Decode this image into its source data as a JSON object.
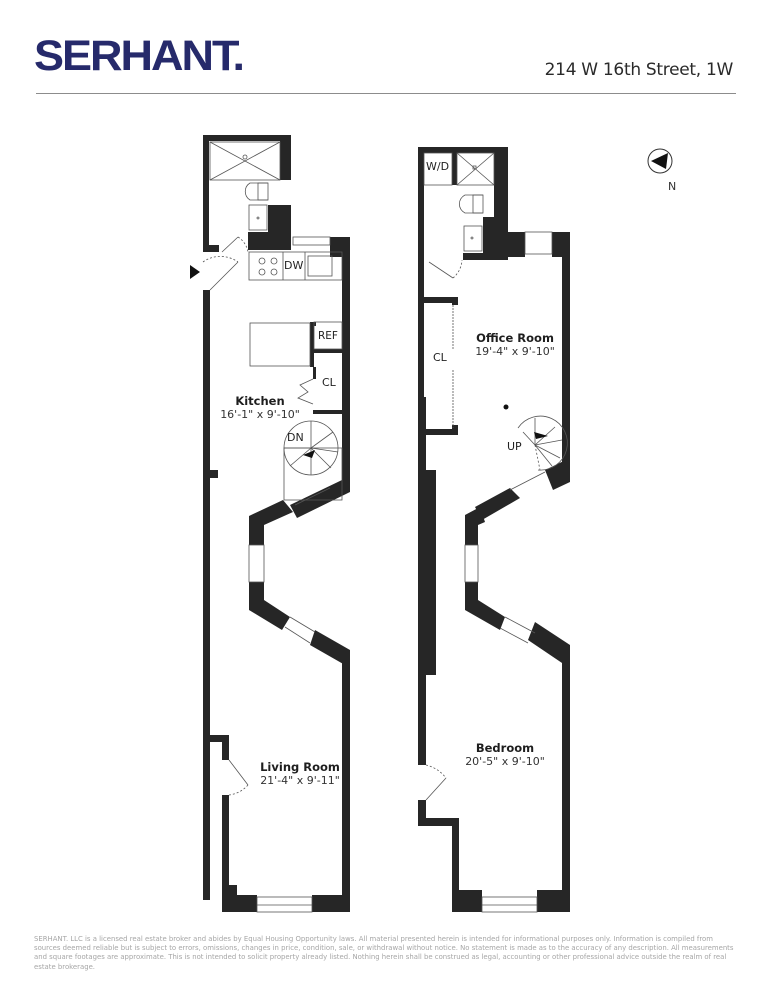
{
  "header": {
    "brand": "SERHANT.",
    "brand_color": "#262a6b",
    "address": "214 W 16th Street, 1W"
  },
  "floor_plan": {
    "lower_level": {
      "rooms": [
        {
          "name": "Kitchen",
          "dimensions": "16'-1\" x 9'-10\""
        },
        {
          "name": "Living Room",
          "dimensions": "21'-4\" x 9'-11\""
        }
      ],
      "fixtures": {
        "dishwasher": "DW",
        "refrigerator": "REF",
        "closet": "CL",
        "stairs": "DN"
      }
    },
    "upper_level": {
      "rooms": [
        {
          "name": "Office Room",
          "dimensions": "19'-4\" x 9'-10\""
        },
        {
          "name": "Bedroom",
          "dimensions": "20'-5\" x 9'-10\""
        }
      ],
      "fixtures": {
        "laundry": "W/D",
        "closet": "CL",
        "stairs": "UP"
      }
    },
    "compass": {
      "label": "N",
      "icon": "north-arrow-icon"
    },
    "wall_color": "#262626"
  },
  "footer": {
    "disclaimer": "SERHANT. LLC is a licensed real estate broker and abides by Equal Housing Opportunity laws. All material presented herein is intended for informational purposes only. Information is compiled from sources deemed  reliable but is subject to errors, omissions, changes in price, condition, sale, or withdrawal without notice. No statement is made as to the accuracy of any description. All measurements and square footages are approximate. This is not intended to solicit property already listed. Nothing herein shall be construed as legal, accounting or other professional advice outside the realm of real estate brokerage."
  }
}
